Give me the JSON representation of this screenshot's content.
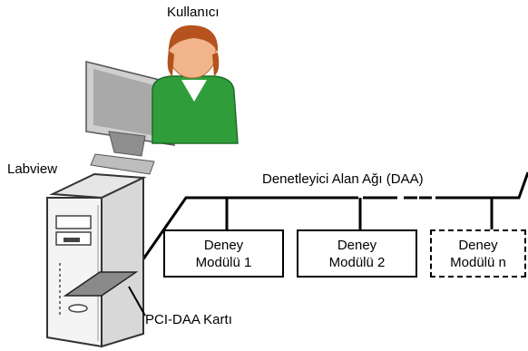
{
  "labels": {
    "user": "Kullanıcı",
    "software": "Labview",
    "network": "Denetleyici Alan Ağı (DAA)",
    "card": "PCI-DAA Kartı"
  },
  "modules": [
    {
      "line1": "Deney",
      "line2": "Modülü 1",
      "style": "solid"
    },
    {
      "line1": "Deney",
      "line2": "Modülü 2",
      "style": "solid"
    },
    {
      "line1": "Deney",
      "line2": "Modülü n",
      "style": "dashed"
    }
  ],
  "colors": {
    "line": "#000000",
    "skin": "#f2b48a",
    "hair": "#b5521e",
    "shirt": "#2f9e3a",
    "monitor": "#9c9c9c",
    "card": "#8a8a8a"
  }
}
